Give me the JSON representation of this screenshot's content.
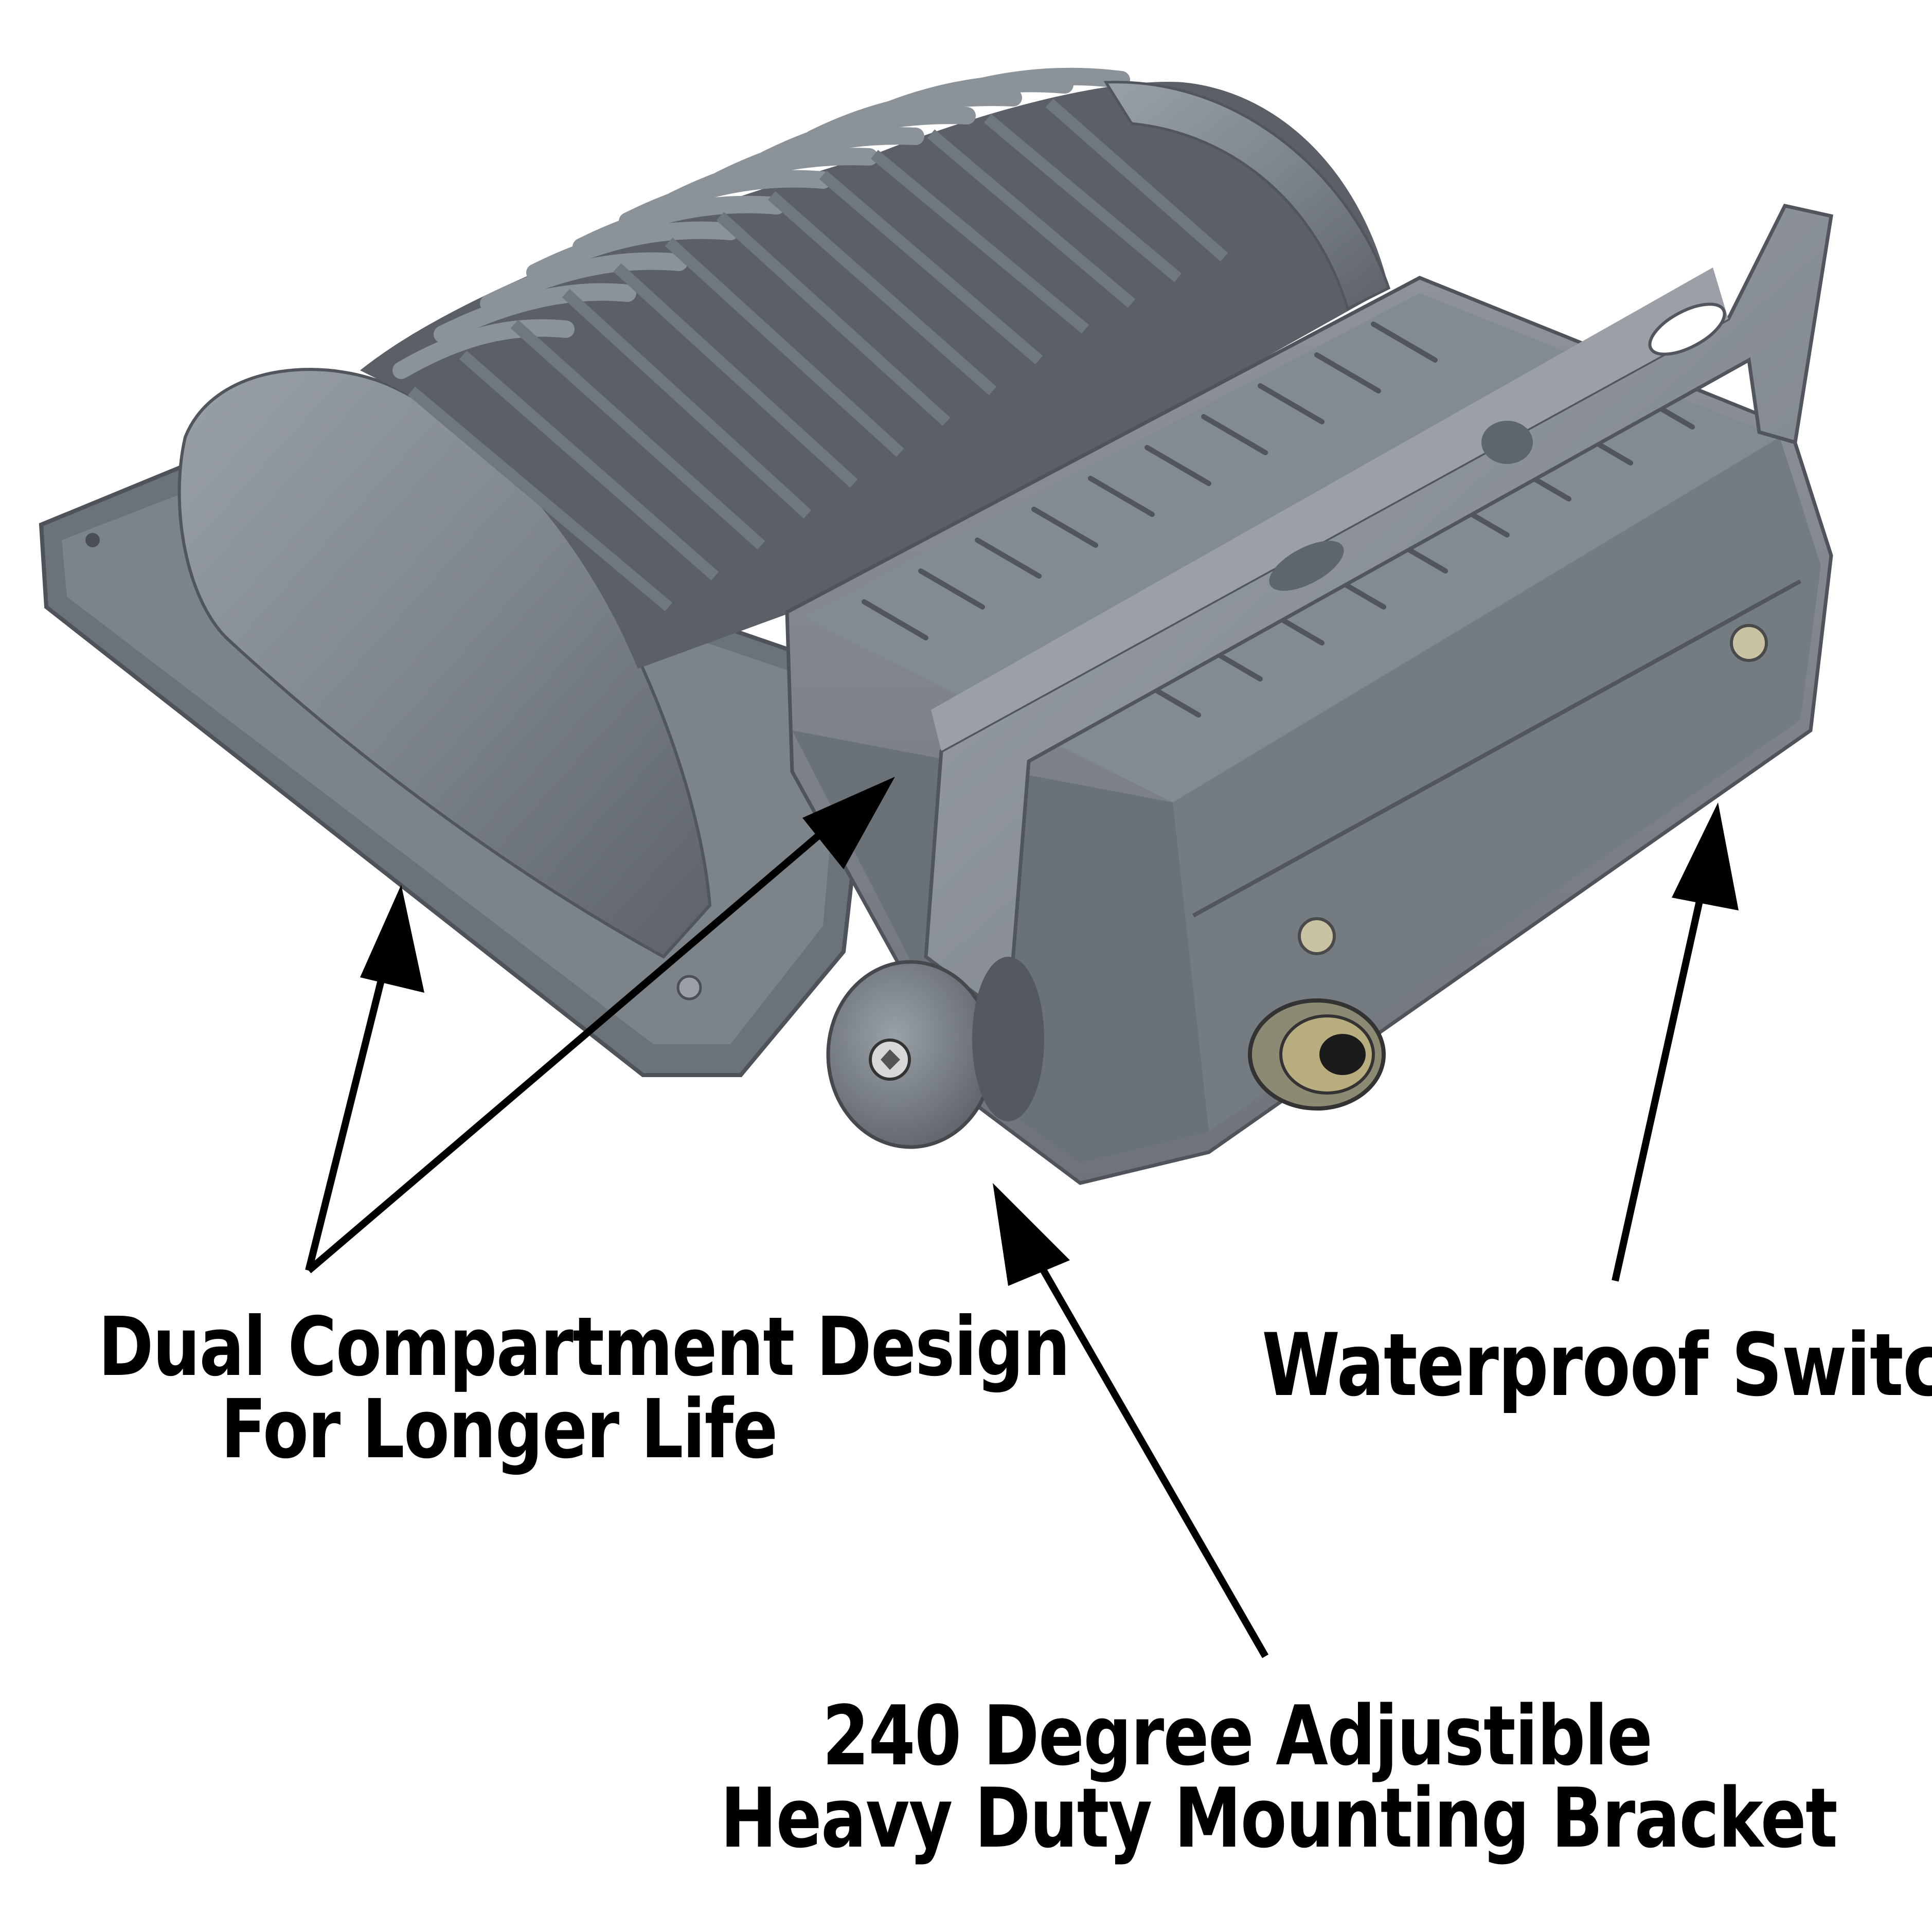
{
  "image": {
    "subject": "LED flood light fixture, rear view",
    "colors": {
      "housing": "#7e858b",
      "housing_dark": "#5c6268",
      "housing_light": "#a7adb2",
      "fins": "#6f767c",
      "bracket": "#8a9197",
      "arrow": "#000000",
      "background": "#ffffff"
    }
  },
  "callouts": {
    "dual_compartment": {
      "line1": "Dual Compartment Design",
      "line2": "For Longer Life"
    },
    "waterproof_switch": {
      "line1": "Waterproof Switch"
    },
    "mounting_bracket": {
      "line1": "240 Degree Adjustible",
      "line2": "Heavy Duty Mounting Bracket"
    }
  }
}
